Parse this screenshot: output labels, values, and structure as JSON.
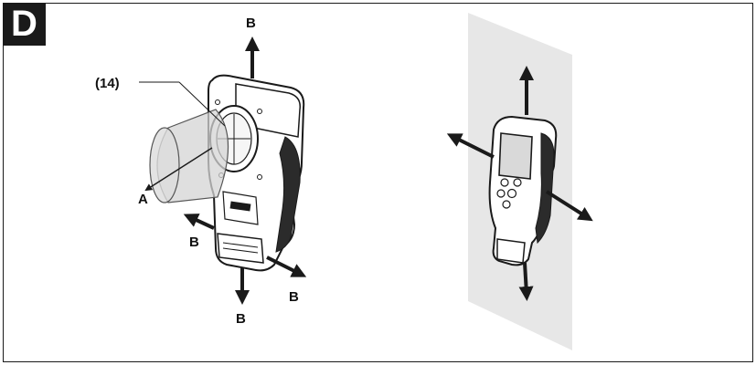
{
  "figure": {
    "badge_letter": "D",
    "callout_label": "(14)",
    "beam_label": "A",
    "move_labels": [
      "B",
      "B",
      "B",
      "B"
    ]
  },
  "colors": {
    "ink": "#1a1a1a",
    "wall_gray": "#e7e7e7",
    "cone_gray": "#d4d4d4"
  }
}
